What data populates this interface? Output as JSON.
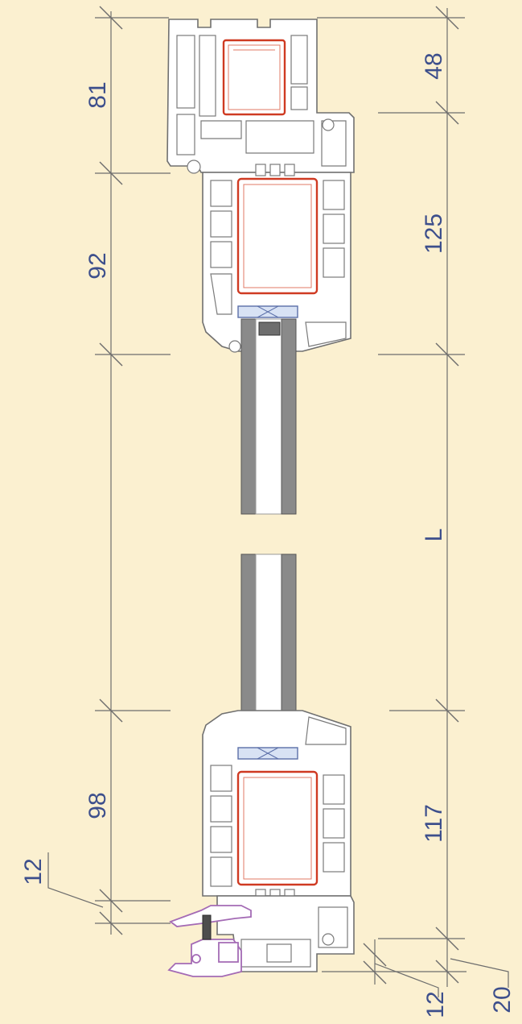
{
  "dimensions": {
    "left_top": "81",
    "left_upper": "92",
    "left_lower": "98",
    "left_bottom_small": "12",
    "right_top": "48",
    "right_upper": "125",
    "right_middle": "L",
    "right_lower": "117",
    "bottom_small_a": "12",
    "bottom_small_b": "20"
  },
  "colors": {
    "background": "#fbf0d0",
    "dimension_text": "#3d4f8c",
    "reinforcement_steel": "#cf3a22",
    "glazing_block": "#5b6fa8",
    "weather_profile": "#a46bb5"
  }
}
